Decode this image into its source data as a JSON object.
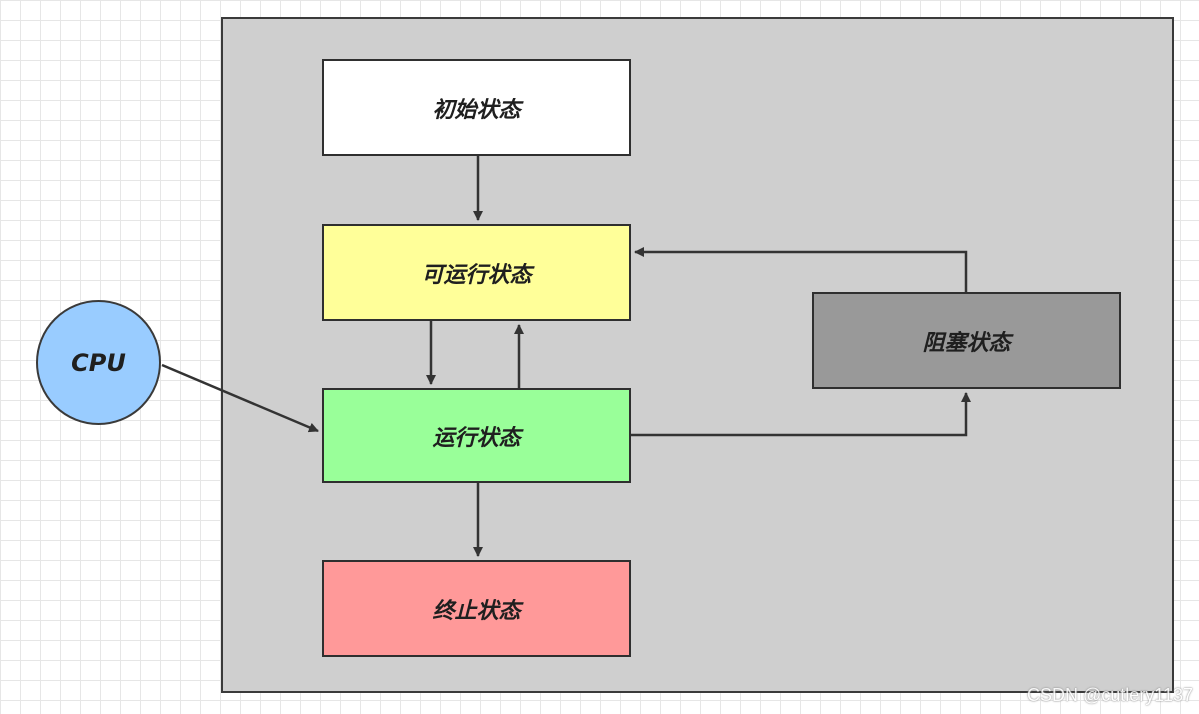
{
  "diagram": {
    "states": {
      "initial": "初始状态",
      "runnable": "可运行状态",
      "running": "运行状态",
      "terminated": "终止状态",
      "blocked": "阻塞状态"
    },
    "cpu_label": "CPU",
    "colors": {
      "container": "#cfcfcf",
      "initial": "#ffffff",
      "runnable": "#ffff99",
      "running": "#99ff99",
      "terminated": "#ff9999",
      "blocked": "#999999",
      "cpu": "#99ccff"
    }
  },
  "watermark": "CSDN @cutlery1137"
}
